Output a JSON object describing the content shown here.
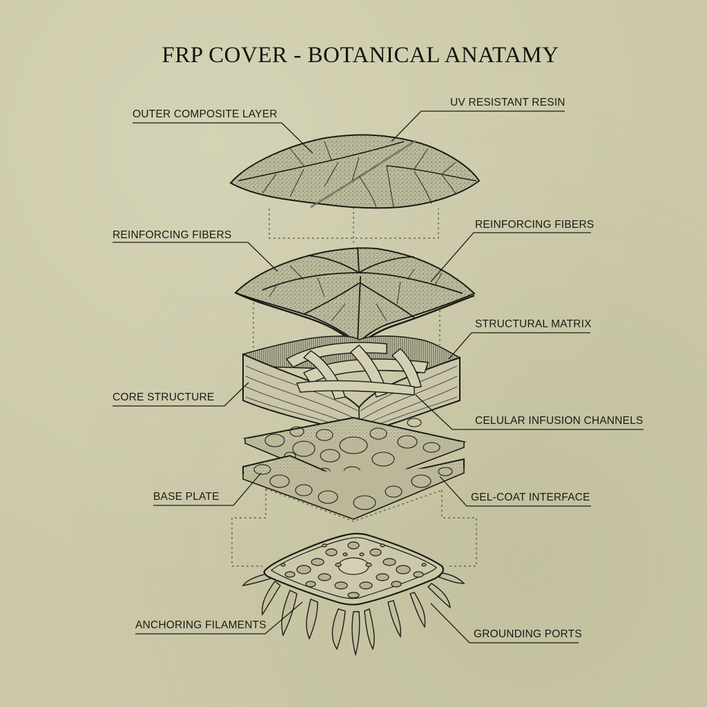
{
  "title": "FRP COVER - BOTANICAL ANATAMY",
  "colors": {
    "background": "#cbc9a8",
    "ink": "#1b1a15",
    "leaf_fill": "#b9b79a",
    "plate_fill": "#c6c3a3",
    "fiber_fill": "#cfcbb0"
  },
  "layers": [
    {
      "id": "outer-leaf",
      "name": "Outer composite leaf layer"
    },
    {
      "id": "second-leaf",
      "name": "Reinforcing fiber leaf layer"
    },
    {
      "id": "woven-core",
      "name": "Woven core structure"
    },
    {
      "id": "upper-plate",
      "name": "Cellular plate (upper)"
    },
    {
      "id": "lower-plate",
      "name": "Base plate (lower)"
    },
    {
      "id": "root-plate",
      "name": "Perforated root plate"
    }
  ],
  "labels": {
    "outer_composite_layer": "OUTER COMPOSITE LAYER",
    "uv_resistant_resin": "UV RESISTANT RESIN",
    "reinforcing_fibers_left": "REINFORCING FIBERS",
    "reinforcing_fibers_right": "REINFORCING FIBERS",
    "structural_matrix": "STRUCTURAL MATRIX",
    "core_structure": "CORE STRUCTURE",
    "celular_infusion_channels": "CELULAR INFUSION CHANNELS",
    "base_plate": "BASE PLATE",
    "gel_coat_interface": "GEL-COAT INTERFACE",
    "anchoring_filaments": "ANCHORING FILAMENTS",
    "grounding_ports": "GROUNDING PORTS"
  }
}
